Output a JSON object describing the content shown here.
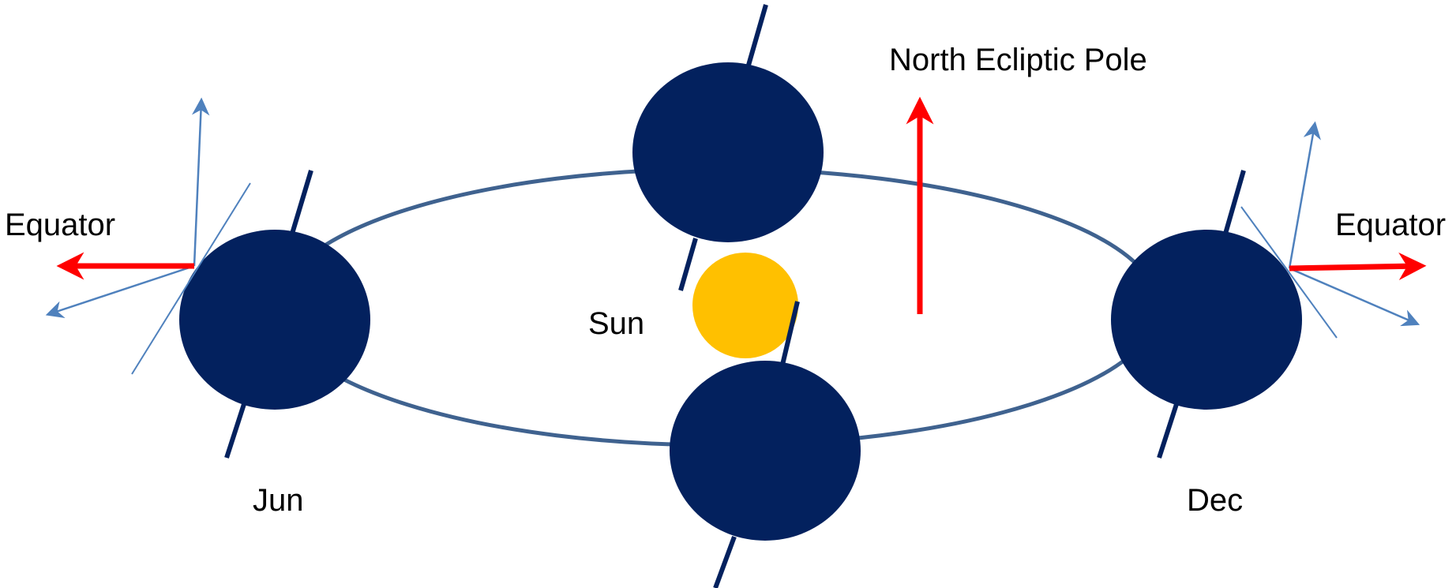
{
  "labels": {
    "north_ecliptic_pole": "North Ecliptic Pole",
    "equator_left": "Equator",
    "equator_right": "Equator",
    "sun": "Sun",
    "jun": "Jun",
    "dec": "Dec"
  },
  "colors": {
    "earth": "#03215E",
    "orbit": "#3F628F",
    "sun": "#FFC000",
    "pole_arrow": "#FF0000",
    "equator_arrow": "#FF0000",
    "thin_axes": "#4F81BD"
  },
  "icons": {
    "earth": "earth-disc",
    "sun": "sun-disc"
  }
}
